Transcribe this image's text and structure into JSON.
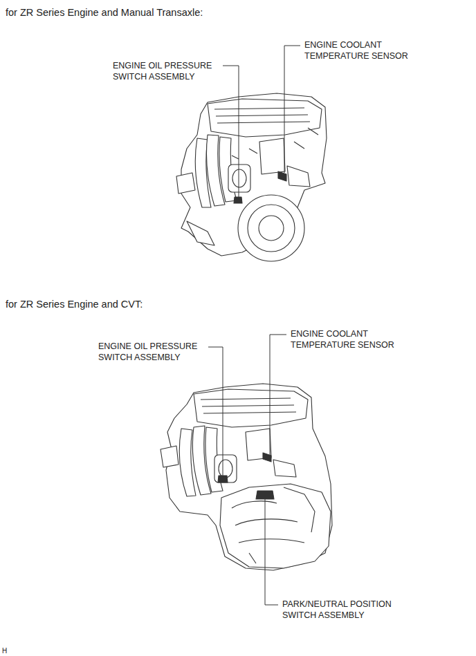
{
  "diagram": {
    "labels": [
      "for ZR Series Engine and Manual Transaxle:",
      "ENGINE OIL PRESSURE SWITCH ASSEMBLY",
      "ENGINE COOLANT TEMPERATURE SENSOR",
      "for ZR Series Engine and CVT:",
      "ENGINE OIL PRESSURE SWITCH ASSEMBLY",
      "ENGINE COOLANT TEMPERATURE SENSOR",
      "PARK/NEUTRAL POSITION SWITCH ASSEMBLY",
      "H"
    ]
  }
}
